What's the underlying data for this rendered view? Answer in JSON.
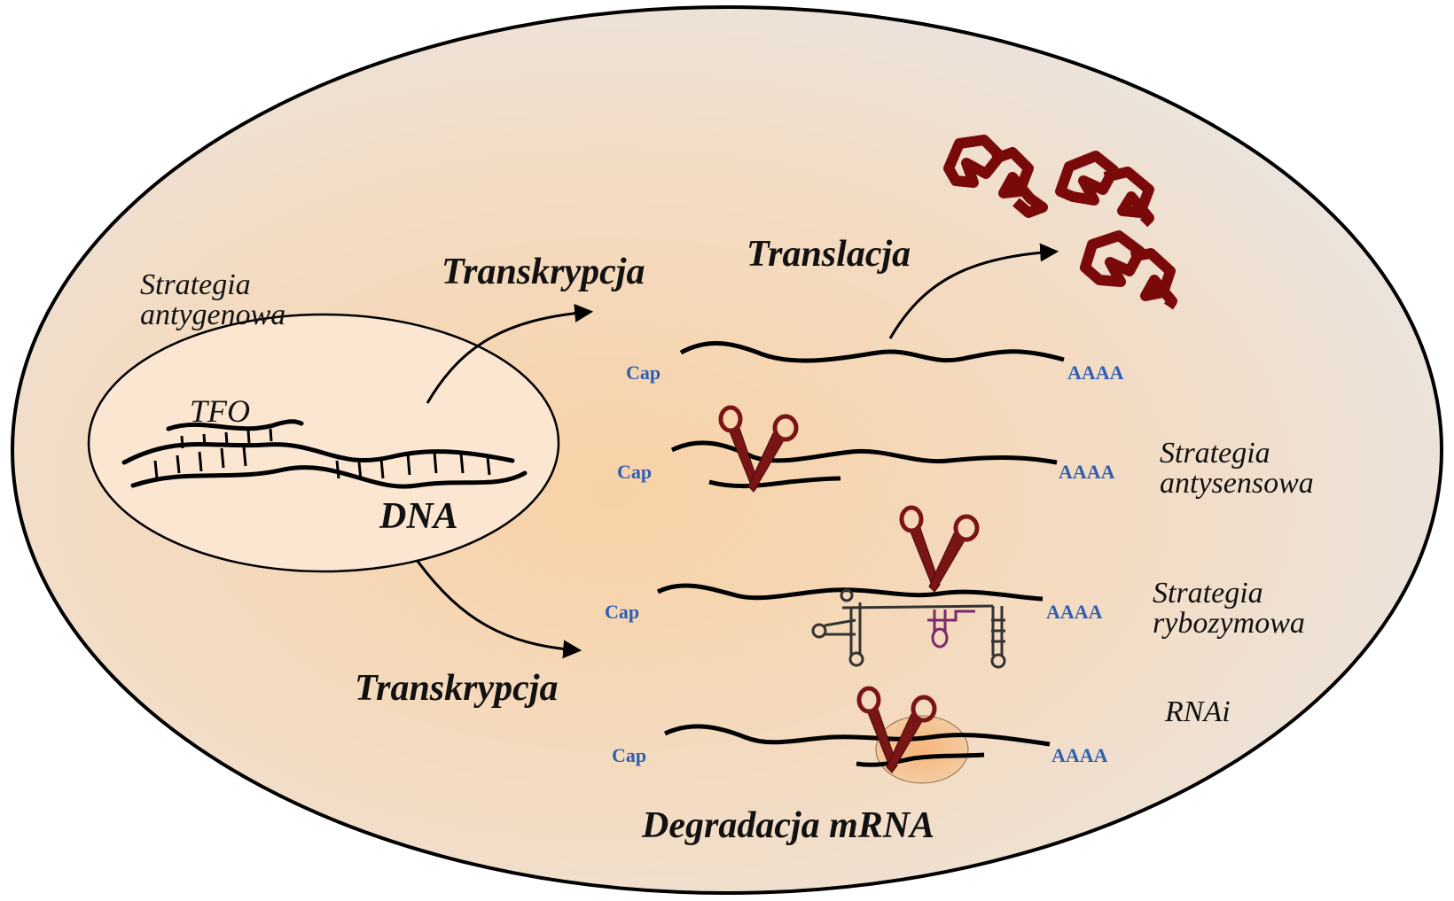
{
  "labels": {
    "strategia_antygenowa_1": "Strategia",
    "strategia_antygenowa_2": "antygenowa",
    "tfo": "TFO",
    "dna": "DNA",
    "transkrypcja_top": "Transkrypcja",
    "transkrypcja_bottom": "Transkrypcja",
    "translacja": "Translacja",
    "strategia_antysensowa_1": "Strategia",
    "strategia_antysensowa_2": "antysensowa",
    "strategia_rybozymowa_1": "Strategia",
    "strategia_rybozymowa_2": "rybozymowa",
    "rnai": "RNAi",
    "degradacja": "Degradacja mRNA"
  },
  "mrna_rows": [
    {
      "cap": "Cap",
      "polya": "AAAA"
    },
    {
      "cap": "Cap",
      "polya": "AAAA"
    },
    {
      "cap": "Cap",
      "polya": "AAAA"
    },
    {
      "cap": "Cap",
      "polya": "AAAA"
    }
  ],
  "colors": {
    "cell_center": "#f8d2a6",
    "cell_edge": "#ece4dc",
    "nucleus_fill": "#fbe6d2",
    "protein": "#7a0a0a",
    "scissors": "#7a1515",
    "cap_text": "#2f5fb3",
    "ribozyme_loop": "#7a2a6a",
    "rnai_complex": "#f6c08a"
  }
}
